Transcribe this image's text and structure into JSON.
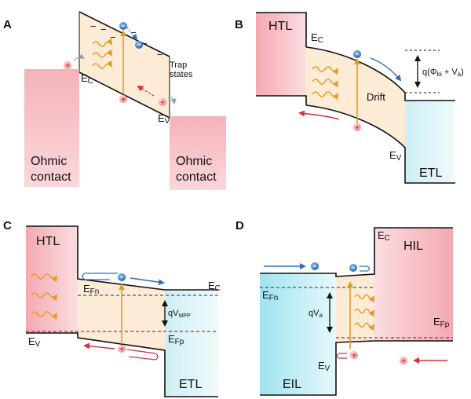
{
  "panels": {
    "A": {
      "label": "A",
      "left_contact": [
        "Ohmic",
        "contact"
      ],
      "right_contact": [
        "Ohmic",
        "contact"
      ],
      "ec": "E",
      "ec_sub": "C",
      "ev": "E",
      "ev_sub": "V",
      "trap": [
        "Trap",
        "states"
      ]
    },
    "B": {
      "label": "B",
      "htl": "HTL",
      "etl": "ETL",
      "ec": "E",
      "ec_sub": "C",
      "ev": "E",
      "ev_sub": "V",
      "drift": "Drift",
      "potential": "q(Φ",
      "potential_sub": "bi",
      "potential_tail": " + V",
      "potential_sub2": "a",
      "potential_close": ")"
    },
    "C": {
      "label": "C",
      "htl": "HTL",
      "etl": "ETL",
      "ec": "E",
      "ec_sub": "C",
      "ev": "E",
      "ev_sub": "V",
      "efn": "E",
      "efn_sub": "Fn",
      "efp": "E",
      "efp_sub": "Fp",
      "qv": "qV",
      "qv_sub": "MPP"
    },
    "D": {
      "label": "D",
      "hil": "HIL",
      "eil": "EIL",
      "ec": "E",
      "ec_sub": "C",
      "ev": "E",
      "ev_sub": "V",
      "efn": "E",
      "efn_sub": "Fn",
      "efp": "E",
      "efp_sub": "Fp",
      "qv": "qV",
      "qv_sub": "a"
    }
  },
  "symbols": {
    "minus": "−",
    "plus": "+"
  },
  "colors": {
    "pink": "#f7c6cb",
    "cyan": "#a9e7ee",
    "absorber": "#fcecd6",
    "electron": "#2f6fb3",
    "hole": "#d8323c",
    "photon": "#e89b1e",
    "efn": "#2a5aa8",
    "efp": "#c0262e",
    "trap_text": "#8a8a8a"
  }
}
